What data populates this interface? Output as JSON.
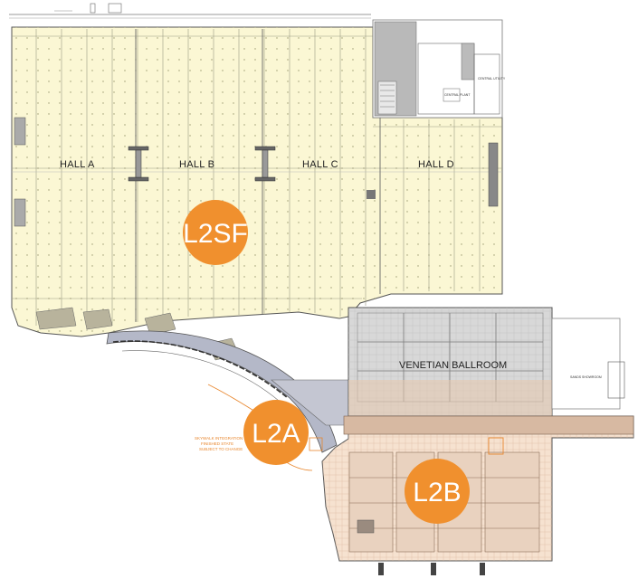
{
  "halls": [
    {
      "label": "HALL A"
    },
    {
      "label": "HALL B"
    },
    {
      "label": "HALL C"
    },
    {
      "label": "HALL D"
    }
  ],
  "ballroom": {
    "label": "VENETIAN BALLROOM"
  },
  "zones": [
    {
      "label": "L2SF"
    },
    {
      "label": "L2A"
    },
    {
      "label": "L2B"
    }
  ],
  "note": {
    "line1": "SKYWALK INTEGRATION",
    "line2": "FINISHED STATE",
    "line3": "SUBJECT TO CHANGE"
  },
  "rooms": {
    "central_utility": "CENTRAL UTILITY",
    "central_plant": "CENTRAL PLANT",
    "sands_showroom": "SANDS SHOWROOM"
  },
  "colors": {
    "hall_fill": "#fbf7d4",
    "ballroom_fill": "#d8d8d8",
    "l2b_fill": "#f6e2d0",
    "badge": "#f0902e",
    "walkway": "#b4b8c8"
  }
}
